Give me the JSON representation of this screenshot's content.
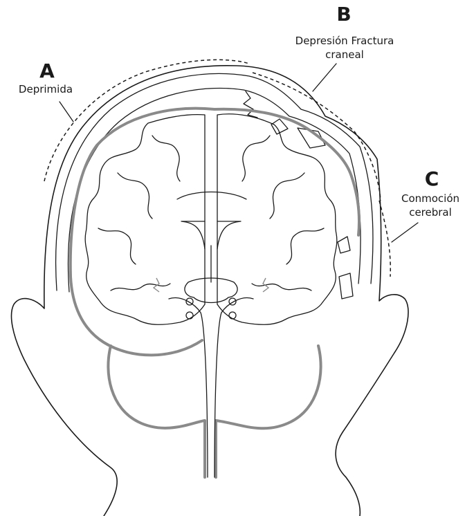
{
  "labels": {
    "a": {
      "letter": "A",
      "text": "Deprimida"
    },
    "b": {
      "letter": "B",
      "line1": "Depresión Fractura",
      "line2": "craneal"
    },
    "c": {
      "letter": "C",
      "line1": "Conmoción",
      "line2": "cerebral"
    }
  },
  "colors": {
    "ink": "#1a1a1a",
    "dura": "#8a8a8a",
    "background": "#ffffff"
  }
}
